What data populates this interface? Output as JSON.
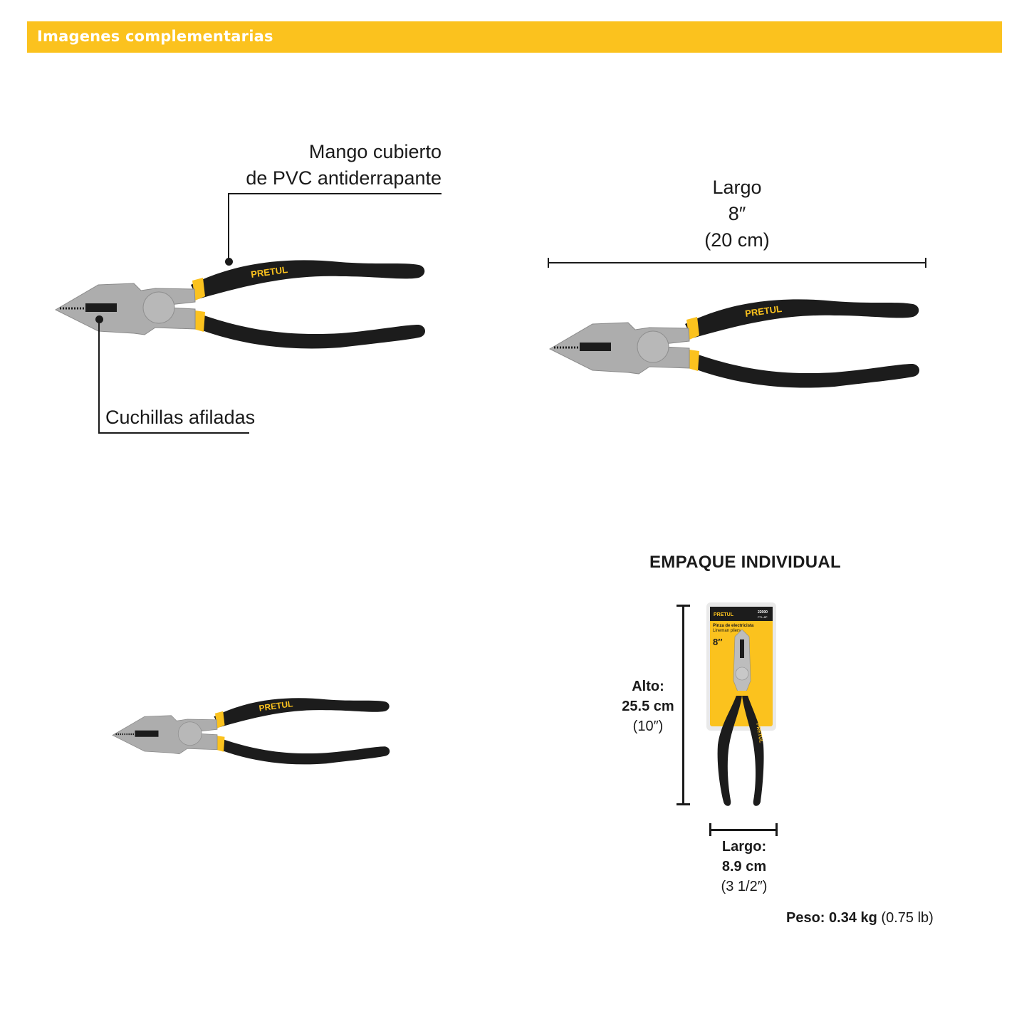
{
  "header": {
    "title": "Imagenes complementarias",
    "color": "#FBC21E"
  },
  "panel1": {
    "callout_handle": {
      "line1": "Mango cubierto",
      "line2": "de PVC antiderrapante"
    },
    "callout_blades": "Cuchillas afiladas",
    "brand": "PRETUL"
  },
  "panel2": {
    "dimension": {
      "label": "Largo",
      "inches": "8″",
      "cm": "(20 cm)"
    },
    "brand": "PRETUL"
  },
  "panel3": {
    "brand": "PRETUL"
  },
  "panel4": {
    "title": "EMPAQUE INDIVIDUAL",
    "height": {
      "label": "Alto:",
      "cm": "25.5 cm",
      "inches": "(10″)"
    },
    "width": {
      "label": "Largo:",
      "cm": "8.9 cm",
      "inches": "(3 1/2″)"
    },
    "weight": {
      "label": "Peso:",
      "kg": "0.34 kg",
      "lb": "(0.75 lb)"
    },
    "package": {
      "brand": "PRETUL",
      "code": "22000",
      "sku": "PTL-8P",
      "name_es": "Pinza de electricista",
      "name_en": "Lineman pliers",
      "size": "8″"
    }
  },
  "colors": {
    "yellow": "#FBC21E",
    "handle": "#1c1c1c",
    "steel": "#a9a9a9",
    "text": "#1a1a1a"
  }
}
